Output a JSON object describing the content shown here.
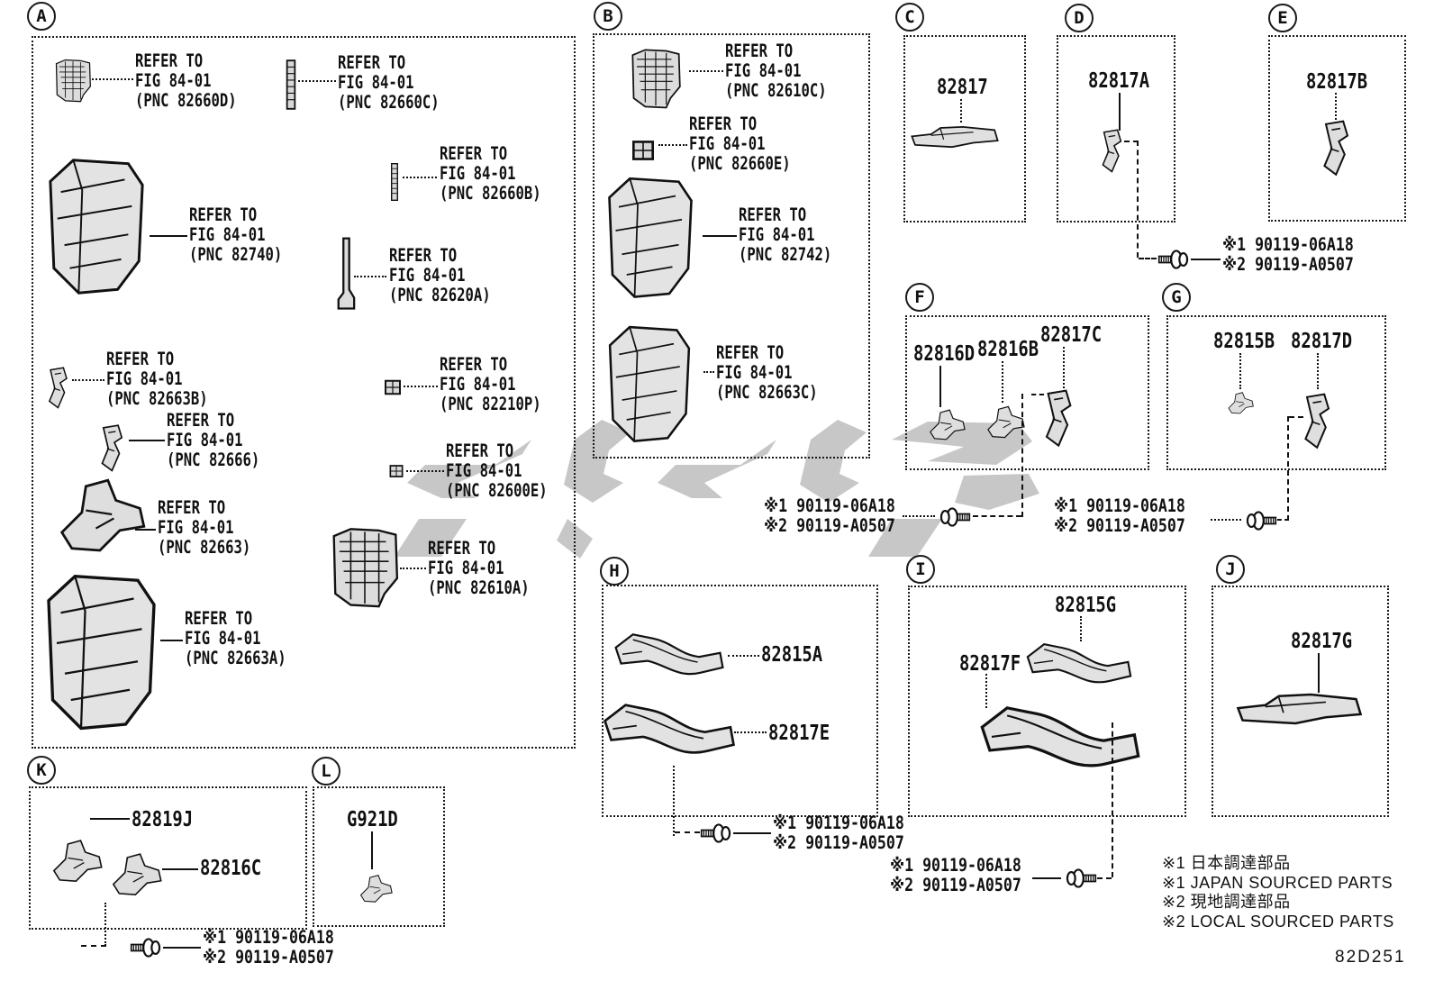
{
  "common": {
    "refer1": "REFER TO",
    "refer2": "FIG 84-01"
  },
  "fastener": {
    "line1": "※1 90119-06A18",
    "line2": "※2 90119-A0507"
  },
  "sections": {
    "A": {
      "letter": "A",
      "refs": [
        "(PNC 82660D)",
        "(PNC 82660C)",
        "(PNC 82660B)",
        "(PNC 82740)",
        "(PNC 82620A)",
        "(PNC 82663B)",
        "(PNC 82666)",
        "(PNC 82210P)",
        "(PNC 82663)",
        "(PNC 82600E)",
        "(PNC 82610A)",
        "(PNC 82663A)"
      ]
    },
    "B": {
      "letter": "B",
      "refs": [
        "(PNC 82610C)",
        "(PNC 82660E)",
        "(PNC 82742)",
        "(PNC 82663C)"
      ]
    },
    "C": {
      "letter": "C",
      "parts": [
        "82817"
      ]
    },
    "D": {
      "letter": "D",
      "parts": [
        "82817A"
      ]
    },
    "E": {
      "letter": "E",
      "parts": [
        "82817B"
      ]
    },
    "F": {
      "letter": "F",
      "parts": [
        "82816D",
        "82816B",
        "82817C"
      ]
    },
    "G": {
      "letter": "G",
      "parts": [
        "82815B",
        "82817D"
      ]
    },
    "H": {
      "letter": "H",
      "parts": [
        "82815A",
        "82817E"
      ]
    },
    "I": {
      "letter": "I",
      "parts": [
        "82815G",
        "82817F"
      ]
    },
    "J": {
      "letter": "J",
      "parts": [
        "82817G"
      ]
    },
    "K": {
      "letter": "K",
      "parts": [
        "82819J",
        "82816C"
      ]
    },
    "L": {
      "letter": "L",
      "parts": [
        "G921D"
      ]
    }
  },
  "legend": [
    "※1 日本調達部品",
    "※1 JAPAN SOURCED PARTS",
    "※2 現地調達部品",
    "※2 LOCAL SOURCED PARTS"
  ],
  "footer": {
    "code": "82D251"
  },
  "colors": {
    "line": "#111111",
    "watermark": "#c7c7c7",
    "fill": "#e6e6e6"
  }
}
